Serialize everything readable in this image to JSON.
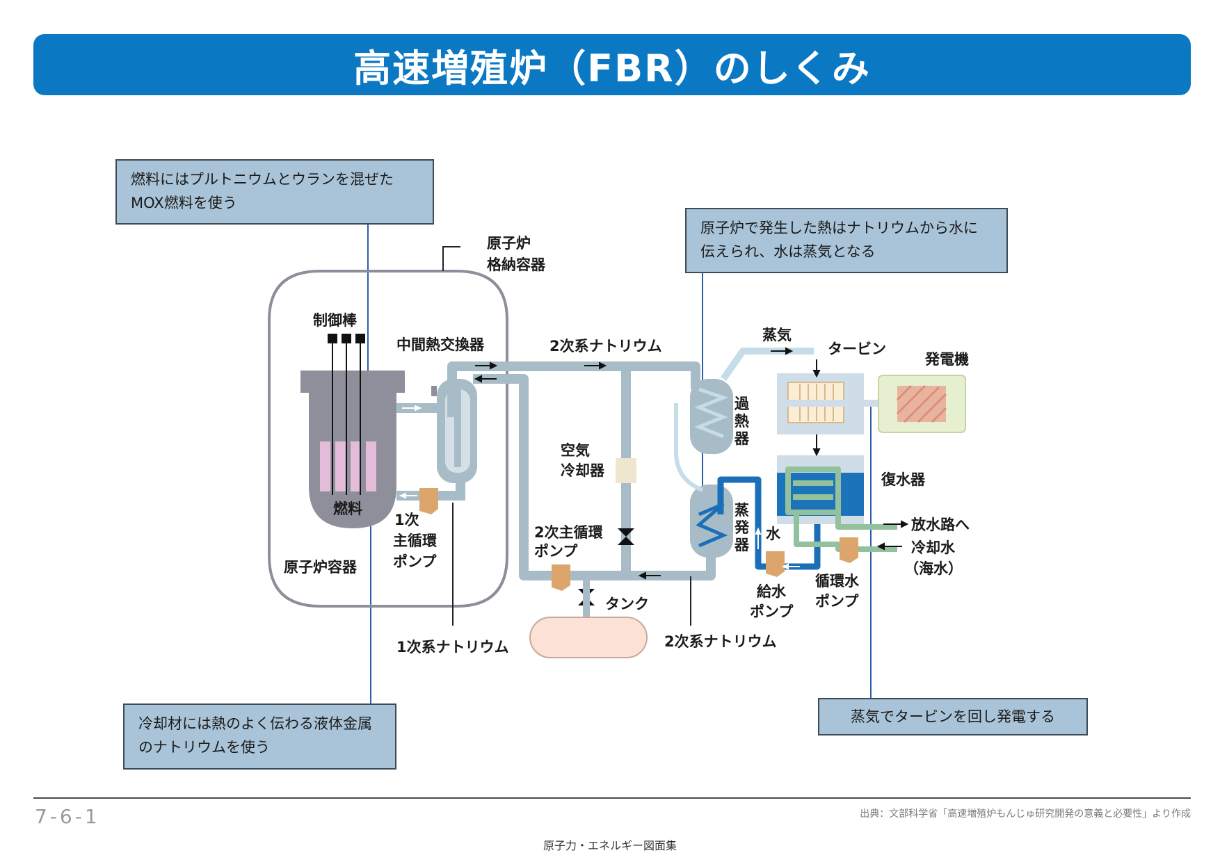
{
  "title": "高速増殖炉（FBR）のしくみ",
  "notes": {
    "fuel": [
      "燃料にはプルトニウムとウランを混ぜた",
      "MOX燃料を使う"
    ],
    "heat": [
      "原子炉で発生した熱はナトリウムから水に",
      "伝えられ、水は蒸気となる"
    ],
    "coolant": [
      "冷却材には熱のよく伝わる液体金属",
      "のナトリウムを使う"
    ],
    "turbine": "蒸気でタービンを回し発電する"
  },
  "labels": {
    "containment": [
      "原子炉",
      "格納容器"
    ],
    "control_rods": "制御棒",
    "ihx": "中間熱交換器",
    "secondary_sodium_top": "2次系ナトリウム",
    "steam": "蒸気",
    "turbine": "タービン",
    "generator": "発電機",
    "superheater": [
      "過",
      "熱",
      "器"
    ],
    "air_cooler": [
      "空気",
      "冷却器"
    ],
    "condenser": "復水器",
    "fuel": "燃料",
    "primary_pump": [
      "1次",
      "主循環",
      "ポンプ"
    ],
    "secondary_pump": [
      "2次主循環",
      "ポンプ"
    ],
    "evaporator": [
      "蒸",
      "発",
      "器"
    ],
    "water": "水",
    "discharge": "放水路へ",
    "cooling_water": [
      "冷却水",
      "（海水）"
    ],
    "reactor_vessel": "原子炉容器",
    "tank": "タンク",
    "feed_pump": [
      "給水",
      "ポンプ"
    ],
    "circ_pump": [
      "循環水",
      "ポンプ"
    ],
    "primary_sodium": "1次系ナトリウム",
    "secondary_sodium_bottom": "2次系ナトリウム"
  },
  "footer": {
    "page": "7-6-1",
    "source": "出典：文部科学省「高速増殖炉もんじゅ研究開発の意義と必要性」より作成",
    "book": "原子力・エネルギー図面集"
  },
  "colors": {
    "title_bg": "#0a78c2",
    "note_bg": "#a9c4d8",
    "sodium_pipe": "#a8bcc7",
    "vessel": "#8f8f9c",
    "fuel": "#e2bcd8",
    "pump": "#dba56c",
    "water_pipe": "#1a6fb8",
    "condenser_water": "#1b74b9",
    "cooling_pipe": "#93c19d",
    "tank": "#fbe1d6",
    "generator": "#e6efd0"
  }
}
